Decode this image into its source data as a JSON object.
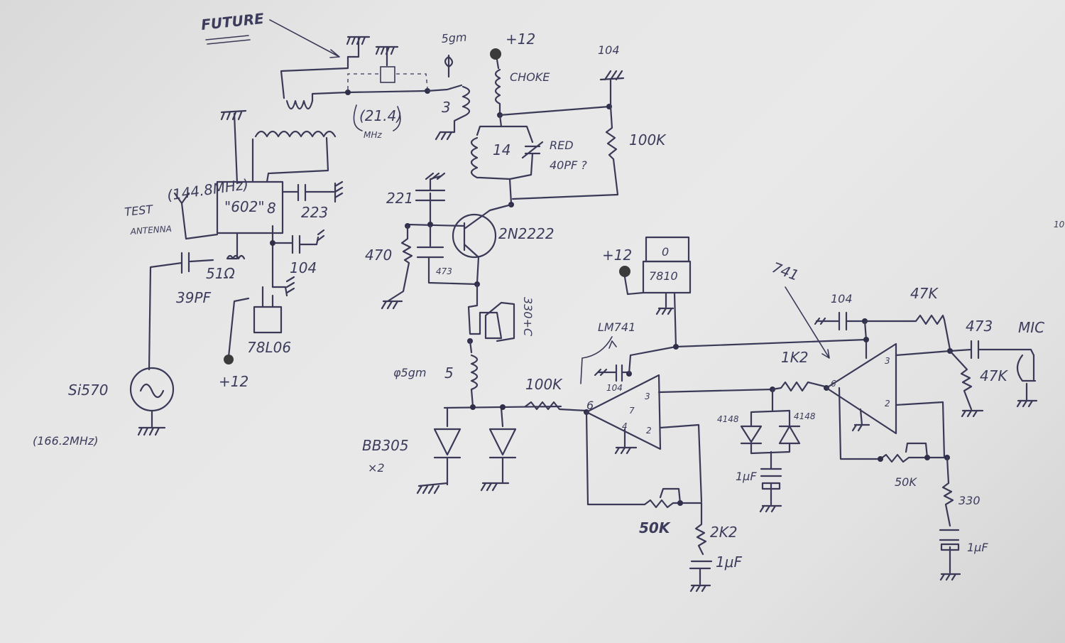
{
  "labels": {
    "future": "FUTURE",
    "crystal_freq": "(21.4)",
    "crystal_unit": "MHz",
    "lo_freq": "(144.8MHz)",
    "test": "TEST",
    "antenna": "ANTENNA",
    "ic_602": "\"602\"",
    "pin8": "8",
    "c_223": "223",
    "r_51": "51Ω",
    "c_39pf": "39PF",
    "c_104_left": "104",
    "reg_78l06": "78L06",
    "v12_left": "+12",
    "si570": "Si570",
    "si570_freq": "(166.2MHz)",
    "tap_3": "3",
    "choke_5gm": "5gm",
    "v12_top": "+12",
    "choke": "CHOKE",
    "c_104_top": "104",
    "r_100k_top": "100K",
    "coil_14": "14",
    "red": "RED",
    "c_40pf": "40PF ?",
    "c_221": "221",
    "r_470": "470",
    "c_473_osc": "473",
    "transistor": "2N2222",
    "coil_330": "330+C",
    "coil_5gm_label": "φ5gm",
    "coil_5": "5",
    "varicap": "BB305",
    "varicap_qty": "×2",
    "r_100k_mid": "100K",
    "opamp1": "LM741",
    "c_104_opamp1": "104",
    "pin6_a": "6",
    "pin3_a": "3",
    "pin7_a": "7",
    "pin4_a": "4",
    "pin2_a": "2",
    "v12_reg": "+12",
    "reg_0": "0",
    "reg_7810": "7810",
    "pot_50k_a": "50K",
    "r_2k2": "2K2",
    "c_1uf_a": "1μF",
    "diode_a": "4148",
    "diode_b": "4148",
    "c_1uf_b": "1μF",
    "r_1k2": "1K2",
    "opamp2": "741",
    "pin6_b": "6",
    "pin3_b": "3",
    "pin2_b": "2",
    "c_104_right": "104",
    "r_47k_top": "47K",
    "c_473_mic": "473",
    "mic": "MIC",
    "r_47k_mid": "47K",
    "pot_50k_b": "50K",
    "r_330": "330",
    "c_1uf_c": "1μF",
    "edge_10": "10"
  },
  "colors": {
    "paper": "#e6e6e6",
    "ink": "#3a3a58"
  }
}
